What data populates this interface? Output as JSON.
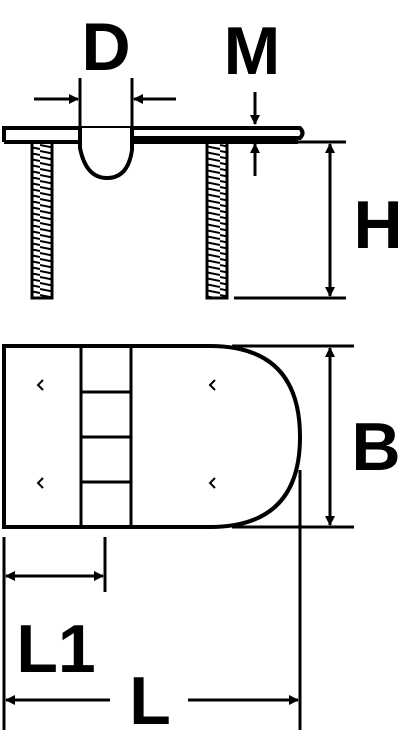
{
  "labels": {
    "D": "D",
    "M": "M",
    "H": "H",
    "B": "B",
    "L1": "L1",
    "L": "L"
  }
}
